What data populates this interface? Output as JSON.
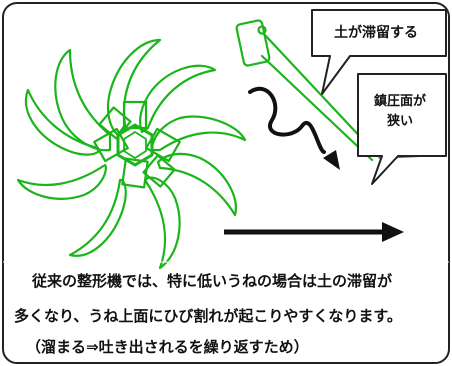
{
  "callouts": {
    "soil_stagnation": "土が滞留する",
    "compaction_line1": "鎮圧面が",
    "compaction_line2": "狭い"
  },
  "caption": {
    "line1": "従来の整形機では、特に低いうねの場合は土の滞留が",
    "line2": "多くなり、うね上面にひび割れが起こりやすくなります。",
    "line3": "（溜まる⇒吐き出されるを繰り返すため）"
  },
  "colors": {
    "rotor": "#1bb51b",
    "arrow": "#111111",
    "frame": "#222222"
  }
}
